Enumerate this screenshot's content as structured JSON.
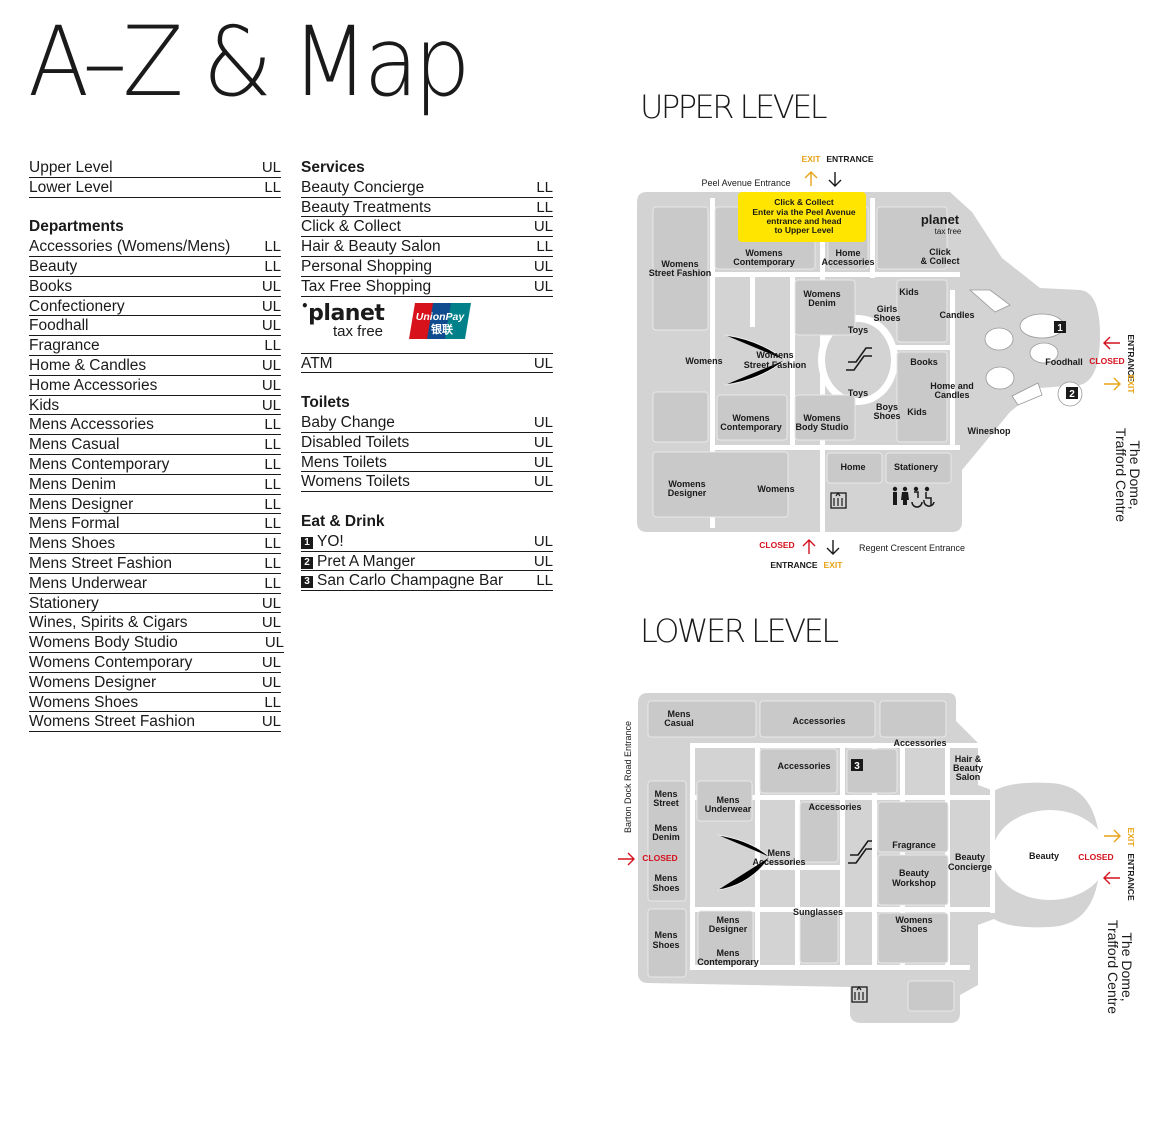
{
  "page_title": "A–Z & Map",
  "levels": [
    {
      "name": "Upper Level",
      "code": "UL"
    },
    {
      "name": "Lower Level",
      "code": "LL"
    }
  ],
  "departments": {
    "heading": "Departments",
    "items": [
      {
        "name": "Accessories (Womens/Mens)",
        "code": "LL"
      },
      {
        "name": "Beauty",
        "code": "LL"
      },
      {
        "name": "Books",
        "code": "UL"
      },
      {
        "name": "Confectionery",
        "code": "UL"
      },
      {
        "name": "Foodhall",
        "code": "UL"
      },
      {
        "name": "Fragrance",
        "code": "LL"
      },
      {
        "name": "Home & Candles",
        "code": "UL"
      },
      {
        "name": "Home Accessories",
        "code": "UL"
      },
      {
        "name": "Kids",
        "code": "UL"
      },
      {
        "name": "Mens Accessories",
        "code": "LL"
      },
      {
        "name": "Mens Casual",
        "code": "LL"
      },
      {
        "name": "Mens Contemporary",
        "code": "LL"
      },
      {
        "name": "Mens Denim",
        "code": "LL"
      },
      {
        "name": "Mens Designer",
        "code": "LL"
      },
      {
        "name": "Mens Formal",
        "code": "LL"
      },
      {
        "name": "Mens Shoes",
        "code": "LL"
      },
      {
        "name": "Mens Street Fashion",
        "code": "LL"
      },
      {
        "name": "Mens Underwear",
        "code": "LL"
      },
      {
        "name": "Stationery",
        "code": "UL"
      },
      {
        "name": "Wines, Spirits & Cigars",
        "code": "UL"
      },
      {
        "name": "Womens Body Studio",
        "code": "UL"
      },
      {
        "name": "Womens Contemporary",
        "code": "UL"
      },
      {
        "name": "Womens Designer",
        "code": "UL"
      },
      {
        "name": "Womens Shoes",
        "code": "LL"
      },
      {
        "name": "Womens Street Fashion",
        "code": "UL"
      }
    ]
  },
  "services": {
    "heading": "Services",
    "items": [
      {
        "name": "Beauty Concierge",
        "code": "LL"
      },
      {
        "name": "Beauty Treatments",
        "code": "LL"
      },
      {
        "name": "Click & Collect",
        "code": "UL"
      },
      {
        "name": "Hair & Beauty Salon",
        "code": "LL"
      },
      {
        "name": "Personal Shopping",
        "code": "UL"
      },
      {
        "name": "Tax Free Shopping",
        "code": "UL"
      }
    ],
    "planet_logo": "planet",
    "planet_sub": "tax free",
    "unionpay_logo": "UnionPay 银联",
    "atm": {
      "name": "ATM",
      "code": "UL"
    }
  },
  "toilets": {
    "heading": "Toilets",
    "items": [
      {
        "name": "Baby Change",
        "code": "UL"
      },
      {
        "name": "Disabled Toilets",
        "code": "UL"
      },
      {
        "name": "Mens Toilets",
        "code": "UL"
      },
      {
        "name": "Womens Toilets",
        "code": "UL"
      }
    ]
  },
  "eat_drink": {
    "heading": "Eat & Drink",
    "items": [
      {
        "num": "1",
        "name": "YO!",
        "code": "UL"
      },
      {
        "num": "2",
        "name": "Pret A Manger",
        "code": "UL"
      },
      {
        "num": "3",
        "name": "San Carlo Champagne Bar",
        "code": "LL"
      }
    ]
  },
  "upper_map": {
    "title": "UPPER LEVEL",
    "exit": "EXIT",
    "entrance": "ENTRANCE",
    "closed": "CLOSED",
    "peel": "Peel Avenue Entrance",
    "regent": "Regent Crescent Entrance",
    "dome": "The Dome,",
    "dome2": "Trafford Centre",
    "click_note": [
      "Click & Collect",
      "Enter via the Peel Avenue",
      "entrance and head",
      "to Upper Level"
    ],
    "labels": {
      "womens_street": [
        "Womens",
        "Street Fashion"
      ],
      "womens_contemp_top": [
        "Womens",
        "Contemporary"
      ],
      "home_acc": [
        "Home",
        "Accessories"
      ],
      "click_collect": [
        "Click",
        "& Collect"
      ],
      "planet": "planet",
      "planet_sub": "tax free",
      "womens_denim": [
        "Womens",
        "Denim"
      ],
      "kids_top": "Kids",
      "girls_shoes": [
        "Girls",
        "Shoes"
      ],
      "candles": "Candles",
      "toys_top": "Toys",
      "womens": "Womens",
      "womens_street2": [
        "Womens",
        "Street Fashion"
      ],
      "books": "Books",
      "foodhall": "Foodhall",
      "toys_bottom": "Toys",
      "home_candles": [
        "Home and",
        "Candles"
      ],
      "womens_contemp2": [
        "Womens",
        "Contemporary"
      ],
      "body_studio": [
        "Womens",
        "Body Studio"
      ],
      "boys_shoes": [
        "Boys",
        "Shoes"
      ],
      "kids_bottom": "Kids",
      "wineshop": "Wineshop",
      "home": "Home",
      "stationery": "Stationery",
      "womens_designer": [
        "Womens",
        "Designer"
      ],
      "womens_bottom": "Womens",
      "num1": "1",
      "num2": "2"
    }
  },
  "lower_map": {
    "title": "LOWER LEVEL",
    "barton": "Barton Dock Road Entrance",
    "closed": "CLOSED",
    "exit": "EXIT",
    "entrance": "ENTRANCE",
    "dome": "The Dome,",
    "dome2": "Trafford Centre",
    "labels": {
      "mens_casual": [
        "Mens",
        "Casual"
      ],
      "accessories_top": "Accessories",
      "accessories_right": "Accessories",
      "hair_beauty": [
        "Hair &",
        "Beauty",
        "Salon"
      ],
      "accessories_mid": "Accessories",
      "num3": "3",
      "mens_street": [
        "Mens",
        "Street"
      ],
      "mens_underwear": [
        "Mens",
        "Underwear"
      ],
      "accessories_centre": "Accessories",
      "mens_denim": [
        "Mens",
        "Denim"
      ],
      "mens_accessories": [
        "Mens",
        "Accessories"
      ],
      "fragrance": "Fragrance",
      "beauty_concierge": [
        "Beauty",
        "Concierge"
      ],
      "beauty": "Beauty",
      "beauty_workshop": [
        "Beauty",
        "Workshop"
      ],
      "mens_shoes1": [
        "Mens",
        "Shoes"
      ],
      "sunglasses": "Sunglasses",
      "mens_designer": [
        "Mens",
        "Designer"
      ],
      "womens_shoes": [
        "Womens",
        "Shoes"
      ],
      "mens_shoes2": [
        "Mens",
        "Shoes"
      ],
      "mens_contemporary": [
        "Mens",
        "Contemporary"
      ]
    }
  },
  "colors": {
    "text": "#1a1a1a",
    "map_grey": "#d3d3d3",
    "room_grey": "#c9c9c9",
    "closed_red": "#d4121e",
    "exit_amber": "#e8a317",
    "note_yellow": "#ffe500",
    "unionpay_red": "#d7121b",
    "unionpay_blue": "#0e4c8f",
    "unionpay_teal": "#00818a"
  }
}
